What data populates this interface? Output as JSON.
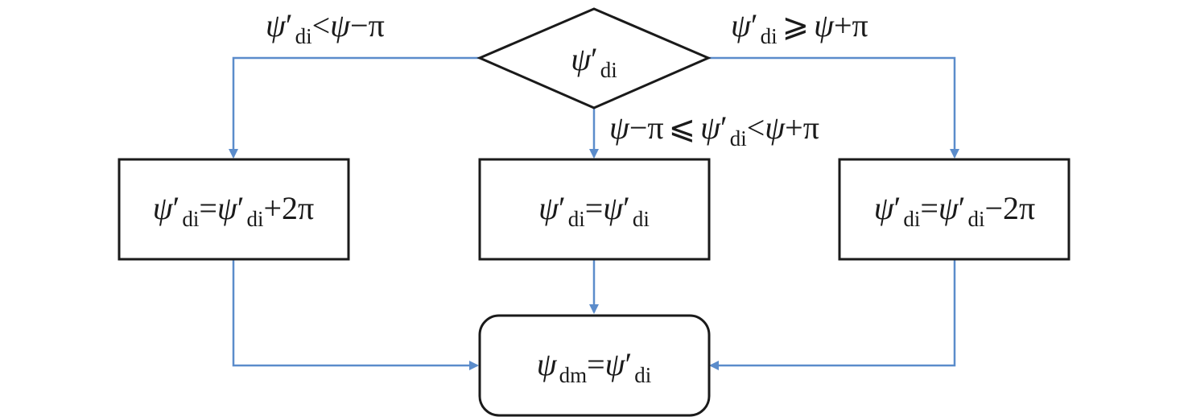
{
  "colors": {
    "connector": "#5b8ccb",
    "node_stroke": "#1a1a1a",
    "text": "#1a1a1a",
    "background": "#ffffff"
  },
  "decision": {
    "var": "ψ",
    "prime": "′",
    "sub": "di"
  },
  "branches": {
    "left": {
      "var": "ψ",
      "prime": "′",
      "sub": "di",
      "op": "<",
      "rhs_var": "ψ",
      "rhs_rest": "−π"
    },
    "middle": {
      "lhs_var": "ψ",
      "lhs_rest": "−π",
      "op1": "⩽",
      "var": "ψ",
      "prime": "′",
      "sub": "di",
      "op2": "<",
      "rhs_var": "ψ",
      "rhs_rest": "+π"
    },
    "right": {
      "var": "ψ",
      "prime": "′",
      "sub": "di",
      "op": "⩾",
      "rhs_var": "ψ",
      "rhs_rest": "+π"
    }
  },
  "boxes": {
    "left": {
      "lhs_var": "ψ",
      "lhs_prime": "′",
      "lhs_sub": "di",
      "eq": "=",
      "rhs_var": "ψ",
      "rhs_prime": "′",
      "rhs_sub": "di",
      "rhs_rest": "+2π"
    },
    "middle": {
      "lhs_var": "ψ",
      "lhs_prime": "′",
      "lhs_sub": "di",
      "eq": "=",
      "rhs_var": "ψ",
      "rhs_prime": "′",
      "rhs_sub": "di"
    },
    "right": {
      "lhs_var": "ψ",
      "lhs_prime": "′",
      "lhs_sub": "di",
      "eq": "=",
      "rhs_var": "ψ",
      "rhs_prime": "′",
      "rhs_sub": "di",
      "rhs_rest": "−2π"
    }
  },
  "result": {
    "lhs_var": "ψ",
    "lhs_sub": "dm",
    "eq": "=",
    "rhs_var": "ψ",
    "rhs_prime": "′",
    "rhs_sub": "di"
  }
}
